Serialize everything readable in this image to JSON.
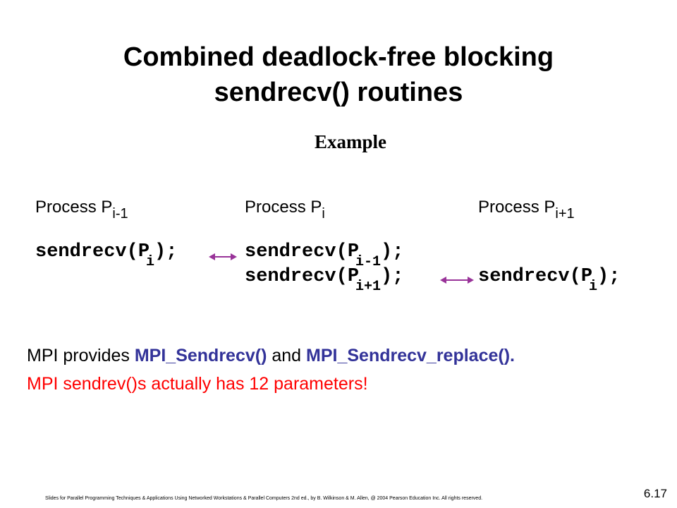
{
  "title": {
    "line1": "Combined deadlock-free blocking",
    "line2": "sendrecv() routines"
  },
  "example": {
    "heading": "Example",
    "processes": [
      {
        "label": "Process P",
        "sub": "i-1"
      },
      {
        "label": "Process P",
        "sub": "i"
      },
      {
        "label": "Process P",
        "sub": "i+1"
      }
    ],
    "code": {
      "left": {
        "pre": "sendrecv(P",
        "sub": "i",
        "post": ");"
      },
      "middle1": {
        "pre": "sendrecv(P",
        "sub": "i-1",
        "post": ");"
      },
      "middle2": {
        "pre": "sendrecv(P",
        "sub": "i+1",
        "post": ");"
      },
      "right": {
        "pre": "sendrecv(P",
        "sub": "i",
        "post": ");"
      }
    },
    "arrow_color": "#993399"
  },
  "mpi": {
    "prefix": "MPI provides ",
    "fn1": "MPI_Sendrecv()",
    "and": " and ",
    "fn2": "MPI_Sendrecv_replace().",
    "note": "MPI sendrev()s actually has 12 parameters!"
  },
  "colors": {
    "function_blue": "#333399",
    "note_red": "#ff0000"
  },
  "footer": "Slides for Parallel Programming Techniques & Applications Using Networked Workstations & Parallel Computers 2nd ed., by B. Wilkinson & M. Allen, @ 2004 Pearson Education Inc. All rights reserved.",
  "slide_number": "6.17"
}
